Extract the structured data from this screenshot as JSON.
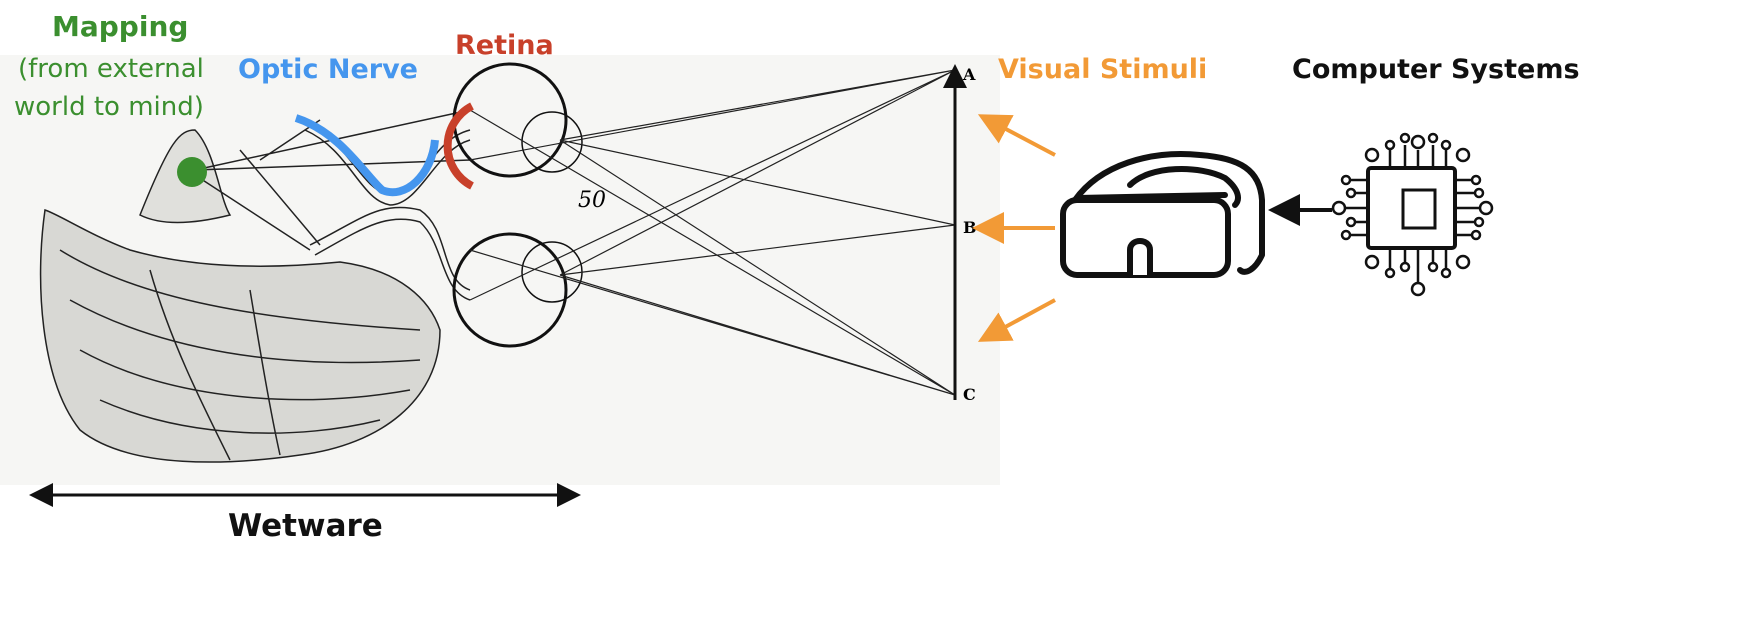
{
  "labels": {
    "mapping_title": "Mapping",
    "mapping_line1": "(from external",
    "mapping_line2": "world to mind)",
    "optic_nerve": "Optic Nerve",
    "retina": "Retina",
    "visual_stimuli": "Visual Stimuli",
    "computer_systems": "Computer Systems",
    "wetware": "Wetware",
    "engraving_number": "50",
    "point_a": "A",
    "point_b": "B",
    "point_c": "C"
  },
  "colors": {
    "mapping": "#3b8f2f",
    "optic_nerve": "#4596ee",
    "retina": "#c8402a",
    "visual_stimuli": "#f29a36",
    "ink": "#111111"
  },
  "icons": [
    "vr-headset-icon",
    "cpu-chip-icon"
  ]
}
